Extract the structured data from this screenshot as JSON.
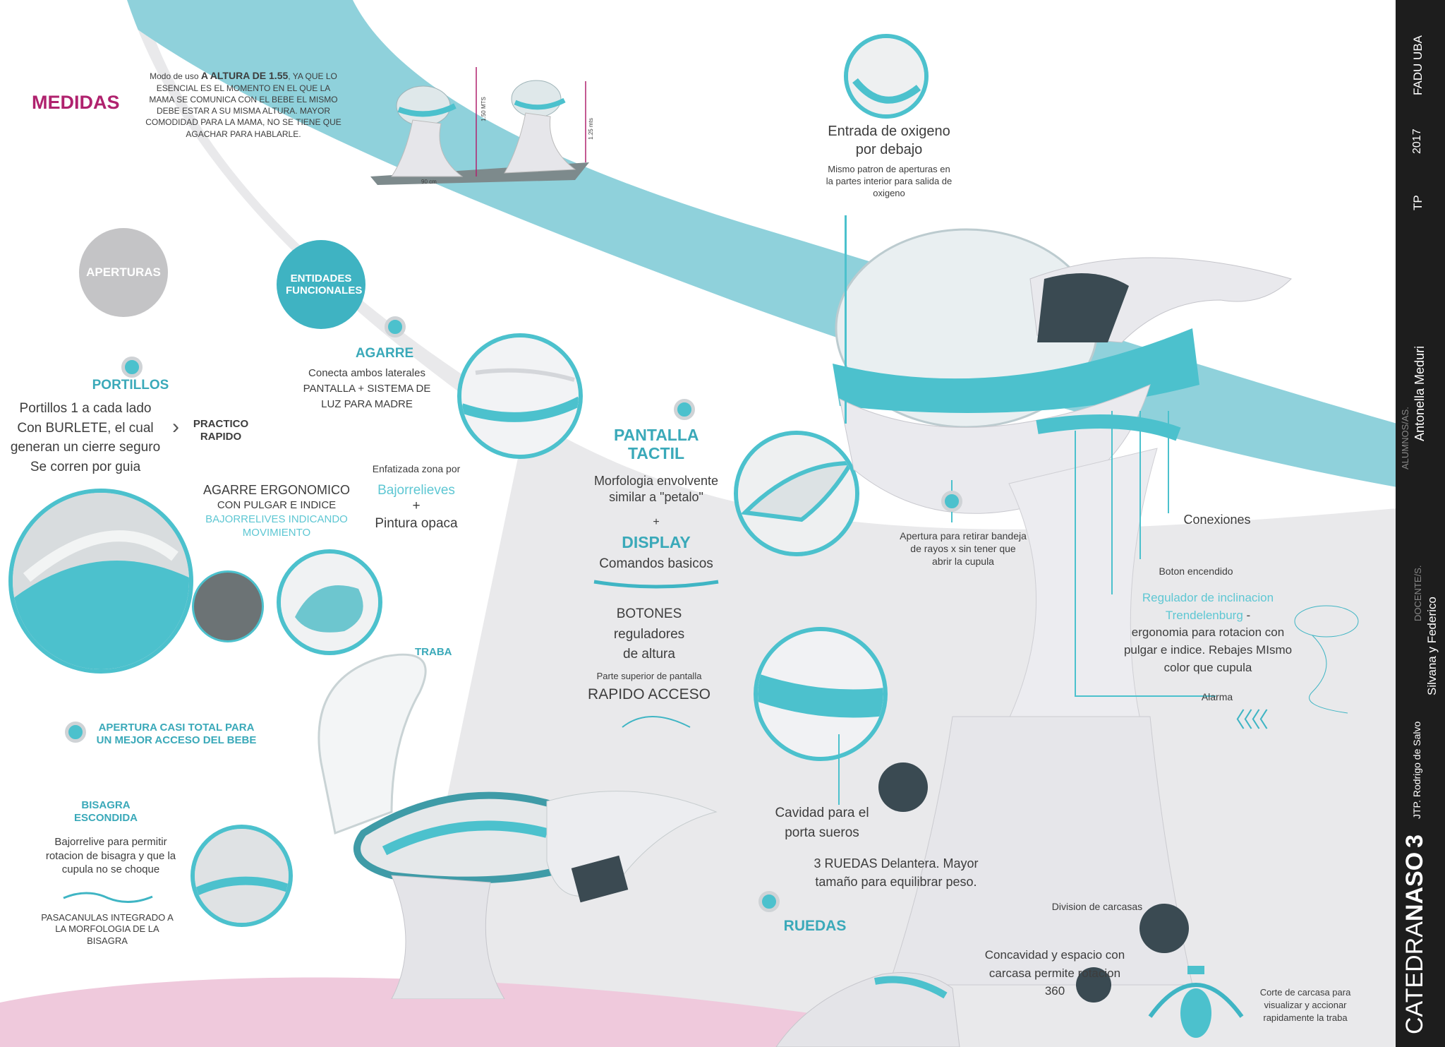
{
  "medidas": {
    "title": "MEDIDAS",
    "desc_pre": "Modo de uso ",
    "desc_bold": "A ALTURA DE 1.55",
    "desc_post": ", YA QUE LO ESENCIAL ES EL MOMENTO EN EL QUE LA MAMA SE COMUNICA CON EL BEBE EL MISMO DEBE ESTAR A SU MISMA ALTURA. MAYOR COMODIDAD PARA LA MAMA, NO SE TIENE QUE AGACHAR PARA HABLARLE.",
    "dim_height1": "1.50 MTS",
    "dim_height2": "1.25 mts",
    "dim_width": "90 cm"
  },
  "aperturas": {
    "label": "APERTURAS"
  },
  "entidades": {
    "label": "ENTIDADES FUNCIONALES"
  },
  "portillos": {
    "title": "PORTILLOS",
    "desc": "Portillos 1 a cada lado Con BURLETE, el cual generan un cierre seguro Se corren por guia",
    "side": "PRACTICO RAPIDO"
  },
  "agarre": {
    "title": "AGARRE",
    "desc": "Conecta ambos laterales PANTALLA + SISTEMA DE LUZ PARA MADRE",
    "enfatizada": "Enfatizada zona por",
    "bajorrelieves": "Bajorrelieves",
    "plus": "+",
    "pintura": "Pintura opaca"
  },
  "ergonomico": {
    "line1": "AGARRE ERGONOMICO",
    "line2": "CON PULGAR E INDICE",
    "line3": "BAJORRELIVES INDICANDO MOVIMIENTO"
  },
  "traba": {
    "label": "TRABA"
  },
  "apertura_total": {
    "label": "APERTURA CASI TOTAL PARA UN MEJOR ACCESO DEL BEBE"
  },
  "bisagra": {
    "title": "BISAGRA ESCONDIDA",
    "desc": "Bajorrelive para permitir rotacion de bisagra y que la cupula no se choque",
    "pasacanulas": "PASACANULAS INTEGRADO A LA MORFOLOGIA DE LA BISAGRA"
  },
  "pantalla": {
    "title": "PANTALLA TACTIL",
    "desc": "Morfologia envolvente similar a \"petalo\"",
    "plus": "+",
    "display": "DISPLAY",
    "comandos": "Comandos basicos",
    "botones": "BOTONES reguladores de altura",
    "parte": "Parte superior de pantalla",
    "rapido": "RAPIDO ACCESO"
  },
  "oxigeno": {
    "title": "Entrada de oxigeno por debajo",
    "desc": "Mismo patron de aperturas en la partes interior para salida de oxigeno"
  },
  "apertura_rayos": "Apertura para retirar bandeja de rayos x sin tener que abrir la cupula",
  "conexiones": "Conexiones",
  "boton_encendido": "Boton encendido",
  "regulador": {
    "title": "Regulador de inclinacion Trendelenburg",
    "dash": " -",
    "desc": "ergonomia para rotacion con pulgar e indice.  Rebajes MIsmo color que cupula"
  },
  "alarma": "Alarma",
  "cavidad": "Cavidad para el porta sueros",
  "ruedas": {
    "title": "RUEDAS",
    "desc": "3 RUEDAS Delantera. Mayor tamaño para equilibrar peso."
  },
  "division": "Division de carcasas",
  "concavidad": "Concavidad y espacio con carcasa permite rotacion 360",
  "corte": "Corte de carcasa para visualizar y accionar rapidamente la traba",
  "sidebar": {
    "fadu": "FADU  UBA",
    "year": "2017",
    "tp": "TP",
    "alumnos_label": "ALUMNOS/AS.",
    "alumnos": "Antonella Meduri",
    "docentes_label": "DOCENTE/S.",
    "docentes": "Silvana y Federico",
    "jtp": "JTP. Rodrigo de Salvo",
    "catedra": "CATEDRA",
    "naso": "NASO",
    "num": "3"
  },
  "colors": {
    "accent": "#4cc1cd",
    "magenta": "#b0226e",
    "bg_gray": "#e8e8ea",
    "band": "#8fd1db"
  }
}
